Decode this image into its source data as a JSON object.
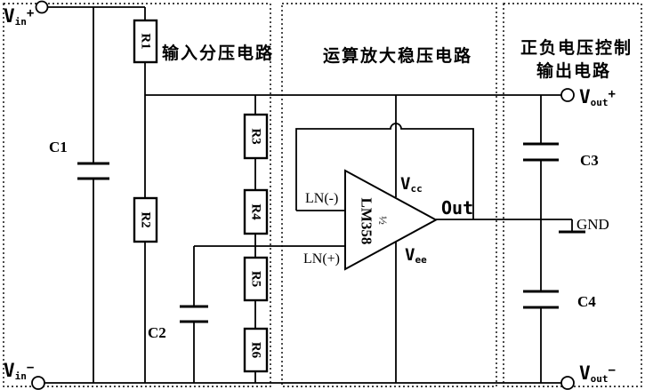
{
  "diagram": {
    "sections": [
      {
        "title": "输入分压电路"
      },
      {
        "title": "运算放大稳压电路"
      },
      {
        "title_line1": "正负电压控制",
        "title_line2": "输出电路"
      }
    ],
    "resistors": {
      "r1": "R1",
      "r2": "R2",
      "r3": "R3",
      "r4": "R4",
      "r5": "R5",
      "r6": "R6"
    },
    "capacitors": {
      "c1": "C1",
      "c2": "C2",
      "c3": "C3",
      "c4": "C4"
    },
    "opamp": {
      "part": "LM358",
      "half": "½",
      "inverting_input": "LN(-)",
      "noninverting_input": "LN(+)",
      "vcc_main": "V",
      "vcc_sub": "cc",
      "vee_main": "V",
      "vee_sub": "ee",
      "output": "Out"
    },
    "terminals": {
      "vin_plus_main": "V",
      "vin_plus_sub": "in",
      "vin_plus_sign": "+",
      "vin_minus_main": "V",
      "vin_minus_sub": "in",
      "vin_minus_sign": "−",
      "vout_plus_main": "V",
      "vout_plus_sub": "out",
      "vout_plus_sign": "+",
      "vout_minus_main": "V",
      "vout_minus_sub": "out",
      "vout_minus_sign": "−",
      "ground": "GND"
    },
    "colors": {
      "line": "#000000",
      "background": "#ffffff"
    }
  }
}
